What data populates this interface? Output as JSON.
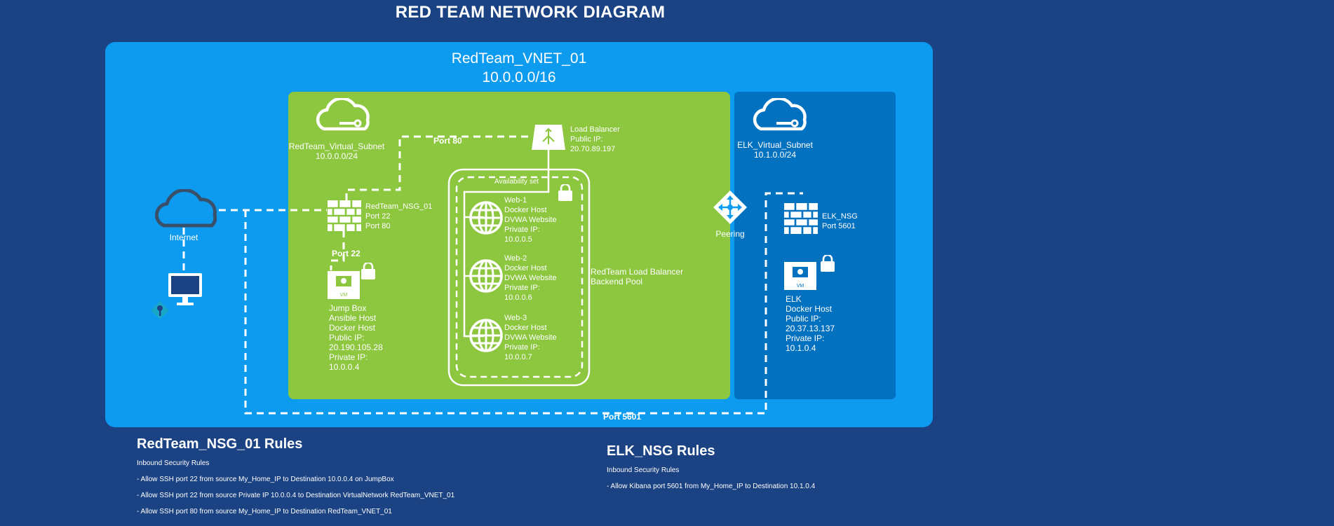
{
  "title": "RED TEAM NETWORK DIAGRAM",
  "vnet": {
    "name": "RedTeam_VNET_01",
    "cidr": "10.0.0.0/16"
  },
  "redteam_subnet": {
    "name": "RedTeam_Virtual_Subnet",
    "cidr": "10.0.0.0/24"
  },
  "elk_subnet": {
    "name": "ELK_Virtual_Subnet",
    "cidr": "10.1.0.0/24"
  },
  "internet": {
    "label": "Internet"
  },
  "load_balancer": {
    "name": "Load Balancer",
    "ip_label": "Public IP:",
    "ip": "20.70.89.197"
  },
  "port80_label": "Port 80",
  "port22_label": "Port 22",
  "port5601_label": "Port 5601",
  "nsg": {
    "name": "RedTeam_NSG_01",
    "port1": "Port 22",
    "port2": "Port 80"
  },
  "elk_nsg": {
    "name": "ELK_NSG",
    "port": "Port 5601"
  },
  "availability_set": "Availability set",
  "backend_pool": {
    "line1": "RedTeam Load Balancer",
    "line2": "Backend Pool"
  },
  "peering": "Peering",
  "vm_tag": "VM",
  "jumpbox": {
    "lines": [
      "Jump Box",
      "Ansible Host",
      "Docker Host",
      "Public IP:",
      "20.190.105.28",
      "Private IP:",
      "10.0.0.4"
    ]
  },
  "web_servers": [
    {
      "lines": [
        "Web-1",
        "Docker Host",
        "DVWA Website",
        "Private IP:",
        "10.0.0.5"
      ]
    },
    {
      "lines": [
        "Web-2",
        "Docker Host",
        "DVWA Website",
        "Private IP:",
        "10.0.0.6"
      ]
    },
    {
      "lines": [
        "Web-3",
        "Docker Host",
        "DVWA Website",
        "Private IP:",
        "10.0.0.7"
      ]
    }
  ],
  "elk": {
    "lines": [
      "ELK",
      "Docker Host",
      "Public IP:",
      "20.37.13.137",
      "Private IP:",
      "10.1.0.4"
    ]
  },
  "redteam_rules": {
    "title": "RedTeam_NSG_01 Rules",
    "subtitle": "Inbound Security Rules",
    "items": [
      "- Allow SSH port 22 from source My_Home_IP to Destination 10.0.0.4 on JumpBox",
      "- Allow SSH port 22 from source Private IP 10.0.0.4 to Destination VirtualNetwork RedTeam_VNET_01",
      "- Allow SSH port 80 from source My_Home_IP to Destination RedTeam_VNET_01"
    ]
  },
  "elk_rules": {
    "title": "ELK_NSG Rules",
    "subtitle": "Inbound Security Rules",
    "items": [
      "- Allow Kibana port 5601 from My_Home_IP to Destination 10.1.0.4"
    ]
  },
  "colors": {
    "background": "#1b4282",
    "vnet": "#0d9bf0",
    "redteam_subnet": "#8dc63f",
    "elk_subnet": "#0271bf",
    "icon": "#ffffff",
    "internet_cloud": "#39506a"
  },
  "icons": [
    "cloud-subnet-icon",
    "internet-cloud-icon",
    "monitor-icon",
    "key-icon",
    "firewall-icon",
    "load-balancer-icon",
    "globe-icon",
    "vm-icon",
    "lock-icon",
    "peering-icon"
  ]
}
